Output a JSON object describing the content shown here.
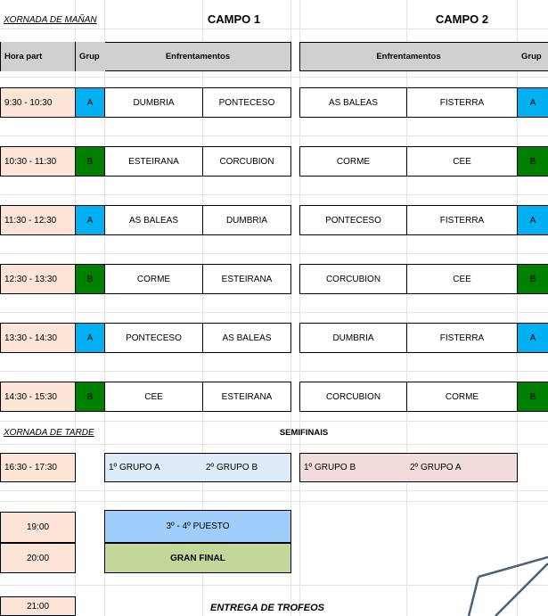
{
  "morning_label": "XORNADA DE MAÑAN",
  "campo1": "CAMPO 1",
  "campo2": "CAMPO 2",
  "headers": {
    "hora": "Hora part",
    "grup": "Grup",
    "enfrentamentos": "Enfrentamentos"
  },
  "colors": {
    "group_a": "#00b0f0",
    "group_b": "#008000",
    "time_bg": "#fce4d6",
    "header_bg": "#d0d0d0"
  },
  "matches": [
    {
      "time": "9:30 - 10:30",
      "g1": "A",
      "c1a": "DUMBRIA",
      "c1b": "PONTECESO",
      "c2a": "AS BALEAS",
      "c2b": "FISTERRA",
      "g2": "A"
    },
    {
      "time": "10:30 - 11:30",
      "g1": "B",
      "c1a": "ESTEIRANA",
      "c1b": "CORCUBION",
      "c2a": "CORME",
      "c2b": "CEE",
      "g2": "B"
    },
    {
      "time": "11:30 - 12:30",
      "g1": "A",
      "c1a": "AS BALEAS",
      "c1b": "DUMBRIA",
      "c2a": "PONTECESO",
      "c2b": "FISTERRA",
      "g2": "A"
    },
    {
      "time": "12:30 - 13:30",
      "g1": "B",
      "c1a": "CORME",
      "c1b": "ESTEIRANA",
      "c2a": "CORCUBION",
      "c2b": "CEE",
      "g2": "B"
    },
    {
      "time": "13:30 - 14:30",
      "g1": "A",
      "c1a": "PONTECESO",
      "c1b": "AS BALEAS",
      "c2a": "DUMBRIA",
      "c2b": "FISTERRA",
      "g2": "A"
    },
    {
      "time": "14:30 - 15:30",
      "g1": "B",
      "c1a": "CEE",
      "c1b": "ESTEIRANA",
      "c2a": "CORCUBION",
      "c2b": "CORME",
      "g2": "B"
    }
  ],
  "afternoon_label": "XORNADA DE TARDE",
  "semifinals_label": "SEMIFINAIS",
  "semis": {
    "time": "16:30 - 17:30",
    "c1a": "1º GRUPO A",
    "c1b": "2º GRUPO B",
    "c2a": "1º GRUPO B",
    "c2b": "2º GRUPO A"
  },
  "third": {
    "time": "19:00",
    "label": "3º - 4º PUESTO"
  },
  "final": {
    "time": "20:00",
    "label": "GRAN FINAL"
  },
  "trophies": {
    "time": "21:00",
    "label": "ENTREGA DE TROFEOS"
  }
}
